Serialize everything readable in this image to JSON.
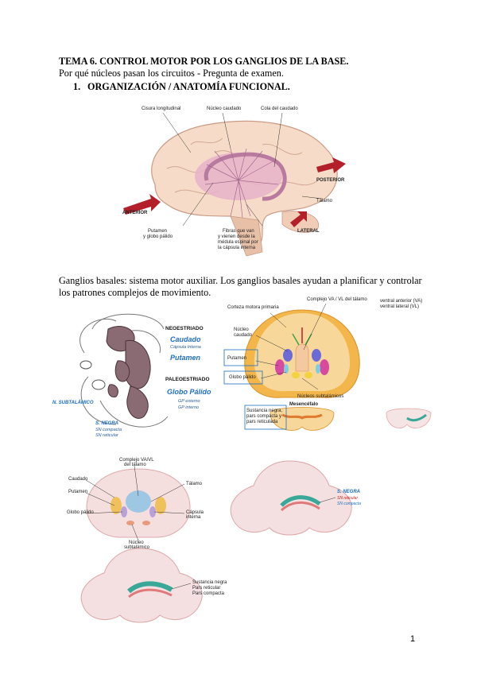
{
  "header": {
    "title": "TEMA 6. CONTROL MOTOR POR LOS GANGLIOS DE LA BASE.",
    "subtitle": "Por qué núcleos pasan los circuitos - Pregunta de examen.",
    "section_number": "1.",
    "section_title": "ORGANIZACIÓN / ANATOMÍA FUNCIONAL."
  },
  "fig1": {
    "labels": {
      "cisura": "Cisura longitudinal",
      "caudado": "Núcleo caudado",
      "cola": "Cola del caudado",
      "posterior": "POSTERIOR",
      "talamo": "Tálamo",
      "anterior": "ANTERIOR",
      "lateral": "LATERAL",
      "putamen_1": "Putamen",
      "putamen_2": "y globo pálido",
      "fibras_1": "Fibras que van",
      "fibras_2": "y vienen desde la",
      "fibras_3": "médula espinal por",
      "fibras_4": "la cápsula interna"
    }
  },
  "paragraph": {
    "line1": "Ganglios basales: sistema motor auxiliar. Los ganglios basales ayudan a planificar y controlar",
    "line2": "los patrones complejos de movimiento."
  },
  "fig2": {
    "neoestriado": "NEOESTRIADO",
    "caudado": "Caudado",
    "capsula": "Cápsula Interna",
    "putamen": "Putamen",
    "paleoestriado": "PALEOESTRIADO",
    "globo": "Globo Pálido",
    "gp_externo": "GP externo",
    "gp_interno": "GP interno",
    "subtalamico": "N. SUBTALÁMICO",
    "s_negra": "S. NEGRA",
    "sn_compacta": "SN compacta",
    "sn_reticular": "SN reticular"
  },
  "fig3": {
    "corteza": "Corteza motora primaria",
    "complejo": "Complejo VA / VL del tálamo",
    "nucleo_1": "Núcleo",
    "nucleo_2": "caudado",
    "putamen": "Putamen",
    "globo": "Globo pálido",
    "subtalamicos": "Núcleos subtalámicos",
    "mesencefalo": "Mesencéfalo",
    "sust_1": "Sustancia negra,",
    "sust_2": "pars compacta y",
    "sust_3": "pars reticulada",
    "ventral_1": "ventral anterior (VA)",
    "ventral_2": "ventral lateral (VL)"
  },
  "fig4": {
    "complejo_1": "Complejo VA/VL",
    "complejo_2": "del tálamo",
    "caudado": "Caudado",
    "putamen": "Putamen",
    "globo": "Globo pálido",
    "talamo": "Tálamo",
    "capsula_1": "Cápsula",
    "capsula_2": "interna",
    "nucleo_1": "Núcleo",
    "nucleo_2": "subtalámico"
  },
  "fig5": {
    "s_negra": "S. NEGRA",
    "sn_reticular": "SN reticular",
    "sn_compacta": "SN compacta"
  },
  "fig6": {
    "sust": "Sustancia negra",
    "pars_ret": "Pars reticular",
    "pars_comp": "Pars compacta"
  },
  "footer": {
    "page_number": "1"
  }
}
